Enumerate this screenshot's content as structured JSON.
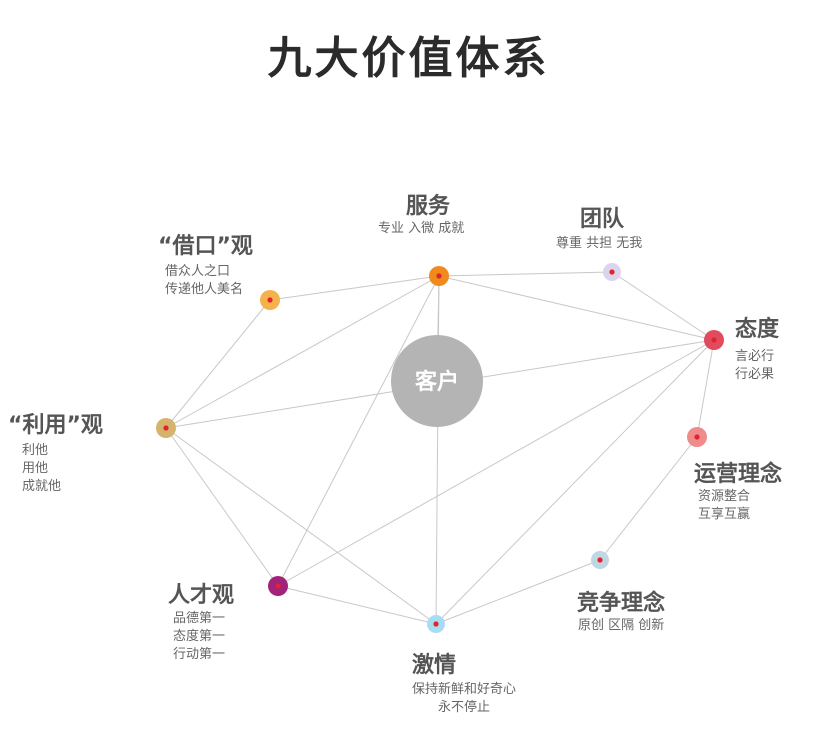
{
  "title": "九大价值体系",
  "center": {
    "label": "客户",
    "color": "#b4b4b4"
  },
  "nodes": [
    {
      "key": "fuwu",
      "title": "服务",
      "lines": [
        "专业 入微 成就"
      ],
      "color": "#f08a1c"
    },
    {
      "key": "tuandui",
      "title": "团队",
      "lines": [
        "尊重 共担 无我"
      ],
      "color": "#ddd3ec"
    },
    {
      "key": "taidu",
      "title": "态度",
      "lines": [
        "言必行",
        "行必果"
      ],
      "color": "#e24a5e"
    },
    {
      "key": "yunying",
      "title": "运营理念",
      "lines": [
        "资源整合",
        "互享互赢"
      ],
      "color": "#ef8b8b"
    },
    {
      "key": "jingzheng",
      "title": "竞争理念",
      "lines": [
        "原创 区隔 创新"
      ],
      "color": "#bfd7e2"
    },
    {
      "key": "jiqing",
      "title": "激情",
      "lines": [
        "保持新鲜和好奇心",
        "永不停止"
      ],
      "color": "#a8dcf0"
    },
    {
      "key": "rencai",
      "title": "人才观",
      "lines": [
        "品德第一",
        "态度第一",
        "行动第一"
      ],
      "color": "#a3237b"
    },
    {
      "key": "liyong",
      "title": "“利用”观",
      "lines": [
        "利他",
        "用他",
        "成就他"
      ],
      "color": "#d6b36c"
    },
    {
      "key": "jiekou",
      "title": "“借口”观",
      "lines": [
        "借众人之口",
        "传递他人美名"
      ],
      "color": "#f3b24c"
    }
  ],
  "colors": {
    "edge": "#c8c8c8",
    "dot": "#e0232f"
  }
}
